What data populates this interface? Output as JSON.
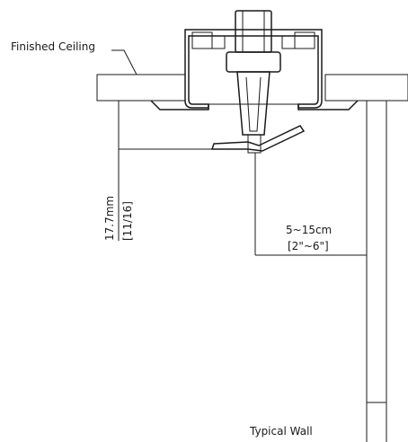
{
  "labels": {
    "ceiling": "Finished Ceiling",
    "wall": "Typical Wall",
    "vertical_dim_metric": "17.7mm",
    "vertical_dim_imperial": "[11/16]",
    "horizontal_dim_metric": "5~15cm",
    "horizontal_dim_imperial": "[2\"~6\"]"
  },
  "colors": {
    "line": "#1a1a1a",
    "background": "#ffffff"
  }
}
